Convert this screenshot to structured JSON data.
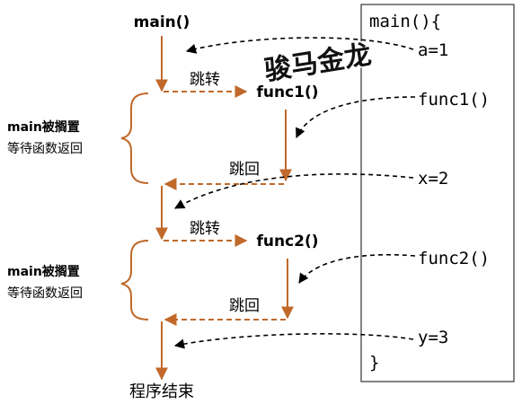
{
  "flow": {
    "main_label": "main()",
    "func1_label": "func1()",
    "func2_label": "func2()",
    "jump_to_1": "跳转",
    "jump_back_1": "跳回",
    "jump_to_2": "跳转",
    "jump_back_2": "跳回",
    "end_label": "程序结束"
  },
  "notes": {
    "pause_1_line1": "main被搁置",
    "pause_1_line2": "等待函数返回",
    "pause_2_line1": "main被搁置",
    "pause_2_line2": "等待函数返回"
  },
  "code": {
    "line_open": "main(){",
    "line_a": "a=1",
    "line_func1": "func1()",
    "line_x": "x=2",
    "line_func2": "func2()",
    "line_y": "y=3",
    "line_close": "}"
  },
  "watermark": "骏马金龙",
  "colors": {
    "flow": "#c0692a",
    "dark": "#000000"
  }
}
